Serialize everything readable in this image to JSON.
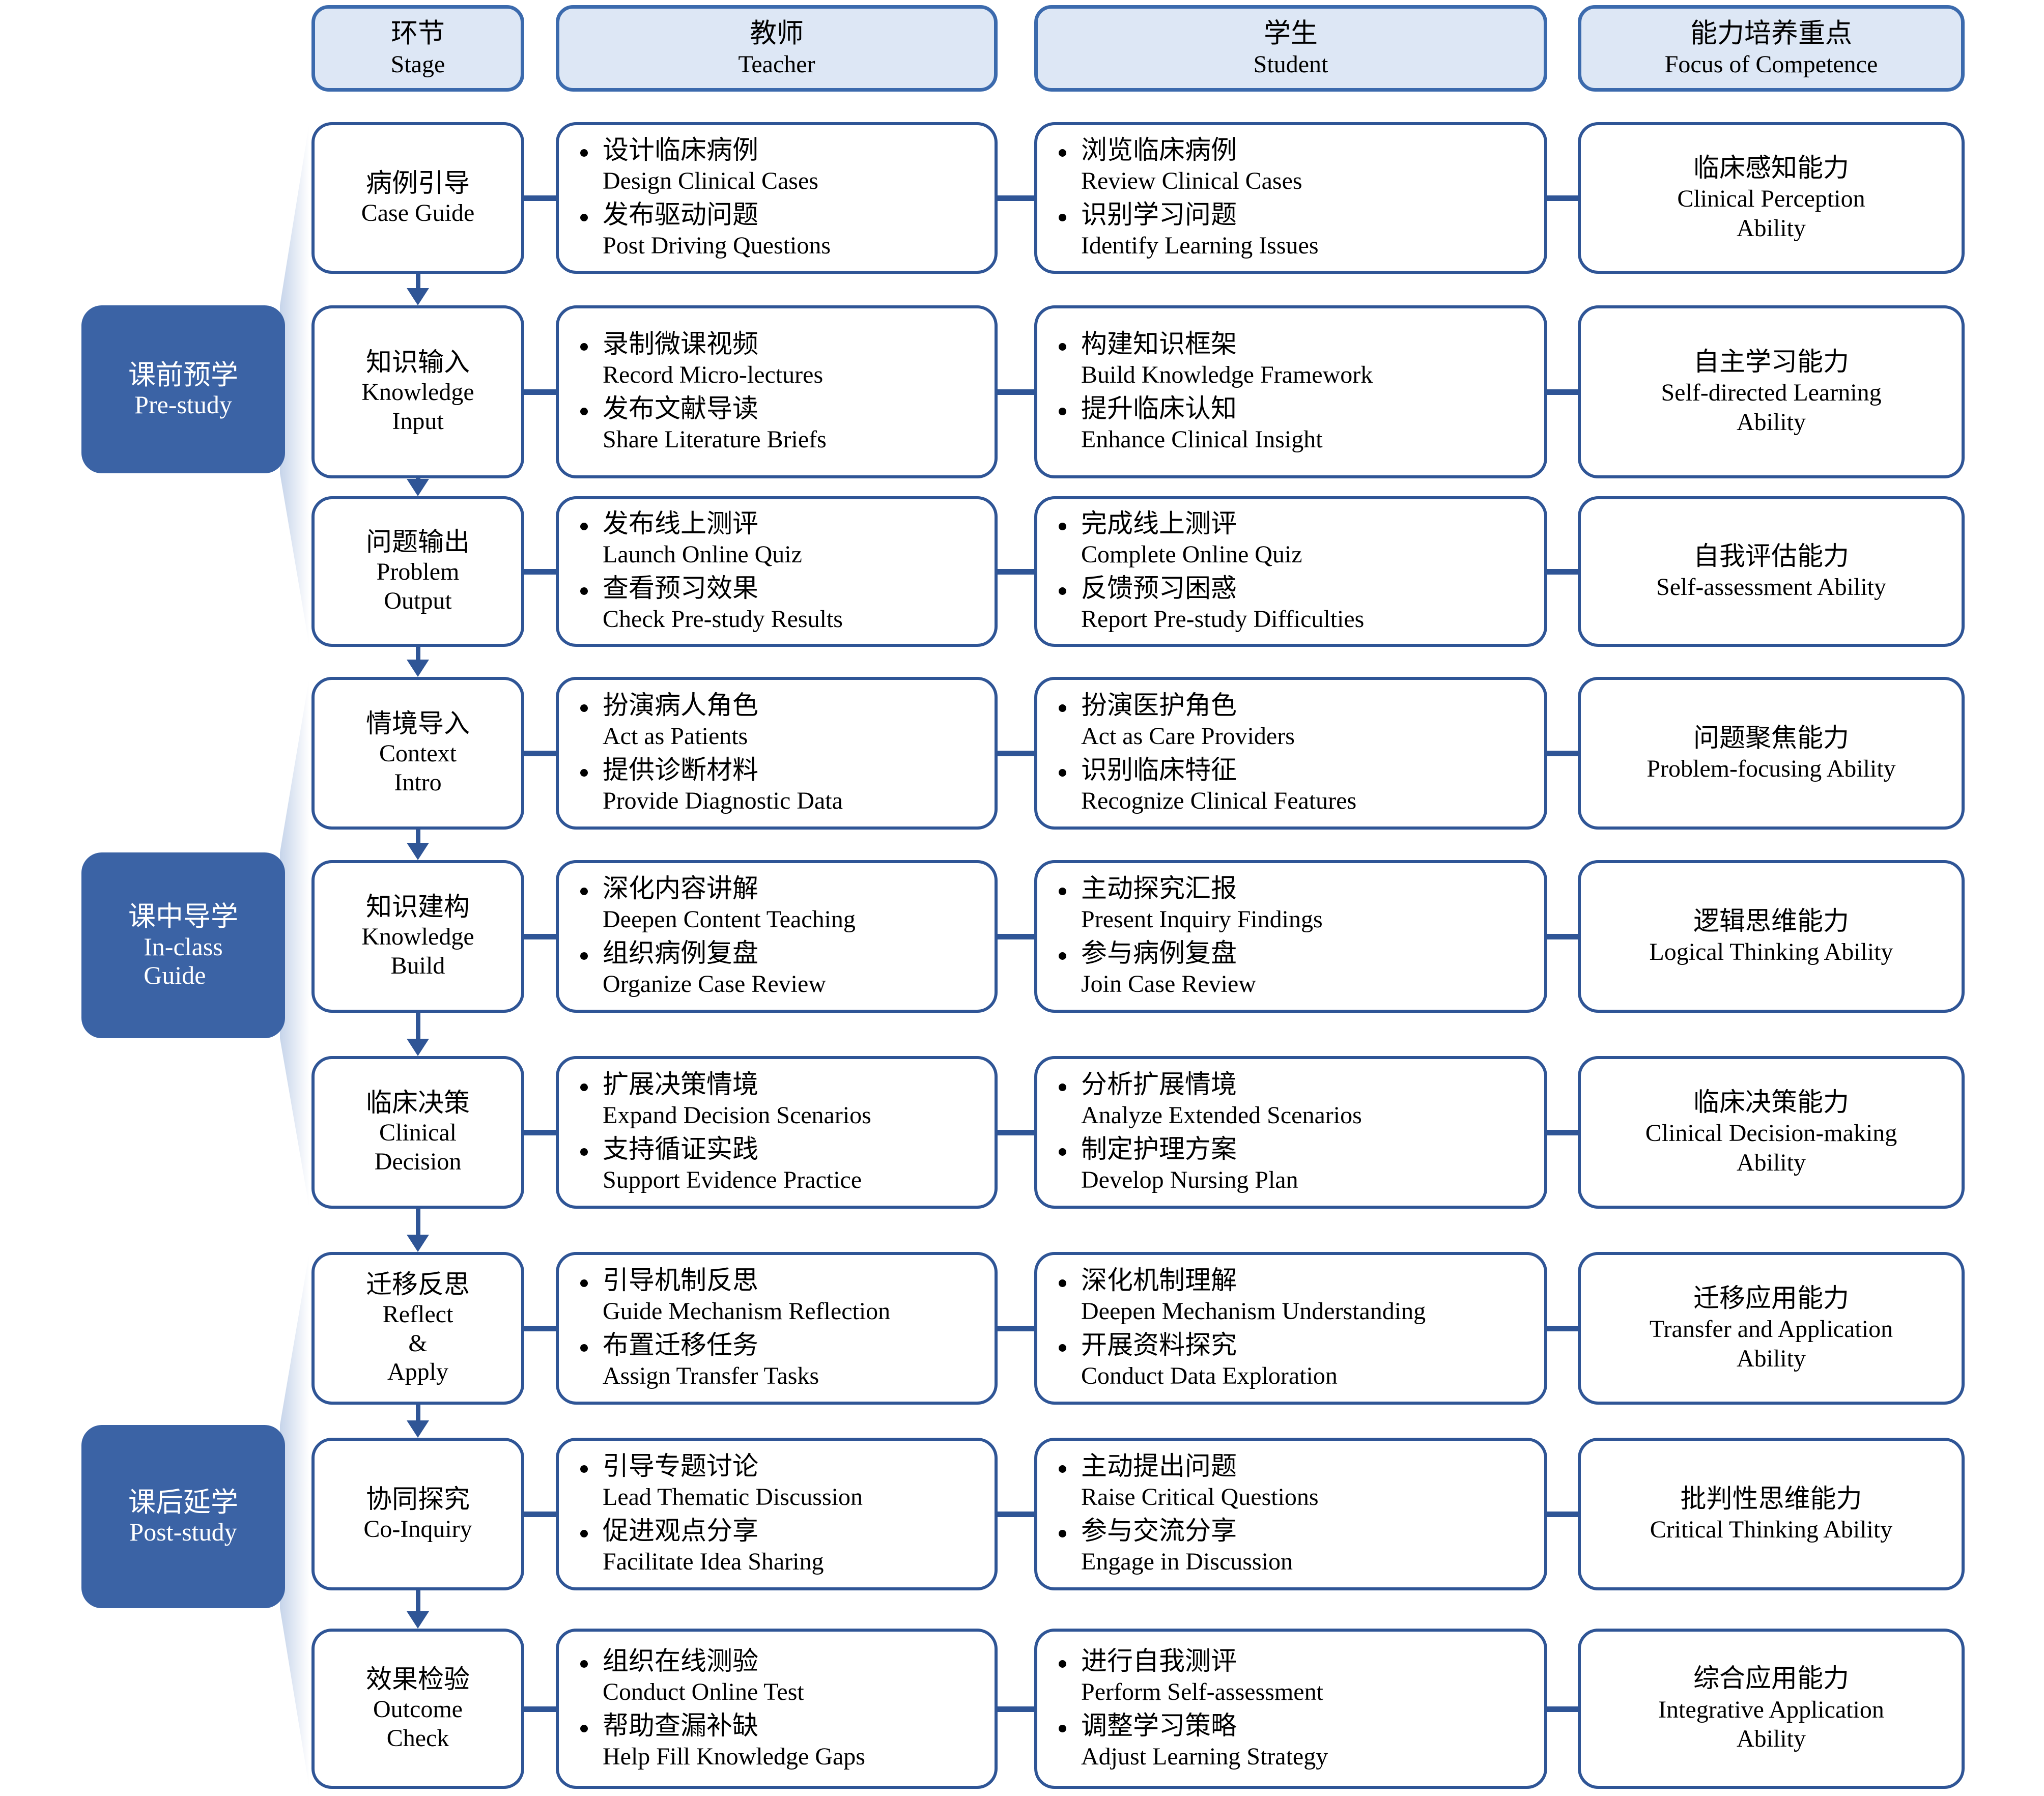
{
  "headers": [
    {
      "cn": "环节",
      "en": "Stage",
      "name": "stage"
    },
    {
      "cn": "教师",
      "en": "Teacher",
      "name": "teacher"
    },
    {
      "cn": "学生",
      "en": "Student",
      "name": "student"
    },
    {
      "cn": "能力培养重点",
      "en": "Focus of Competence",
      "name": "focus-of-competence"
    }
  ],
  "phases": [
    {
      "cn": "课前预学",
      "en": "Pre-study",
      "name": "pre-study"
    },
    {
      "cn": "课中导学",
      "en": "In-class Guide",
      "en2": "",
      "name": "in-class-guide"
    },
    {
      "cn": "课后延学",
      "en": "Post-study",
      "name": "post-study"
    }
  ],
  "colors": {
    "phase_fill": "#3b63a5",
    "header_fill": "#dde7f5",
    "border": "#2f5596",
    "header_border": "#3b6aad",
    "text": "#000000",
    "phase_text": "#ffffff"
  },
  "rows": [
    {
      "stage": {
        "cn": "病例引导",
        "en": "Case Guide"
      },
      "teacher": [
        {
          "cn": "设计临床病例",
          "en": "Design Clinical Cases"
        },
        {
          "cn": "发布驱动问题",
          "en": "Post Driving Questions"
        }
      ],
      "student": [
        {
          "cn": "浏览临床病例",
          "en": "Review Clinical Cases"
        },
        {
          "cn": "识别学习问题",
          "en": "Identify Learning Issues"
        }
      ],
      "competence": {
        "cn": "临床感知能力",
        "en": "Clinical Perception Ability"
      }
    },
    {
      "stage": {
        "cn": "知识输入",
        "en": "Knowledge Input"
      },
      "teacher": [
        {
          "cn": "录制微课视频",
          "en": "Record Micro-lectures"
        },
        {
          "cn": "发布文献导读",
          "en": "Share Literature Briefs"
        }
      ],
      "student": [
        {
          "cn": "构建知识框架",
          "en": "Build Knowledge Framework"
        },
        {
          "cn": "提升临床认知",
          "en": "Enhance Clinical Insight"
        }
      ],
      "competence": {
        "cn": "自主学习能力",
        "en": "Self-directed Learning Ability"
      }
    },
    {
      "stage": {
        "cn": "问题输出",
        "en": "Problem Output"
      },
      "teacher": [
        {
          "cn": "发布线上测评",
          "en": "Launch Online Quiz"
        },
        {
          "cn": "查看预习效果",
          "en": "Check Pre-study Results"
        }
      ],
      "student": [
        {
          "cn": "完成线上测评",
          "en": "Complete Online Quiz"
        },
        {
          "cn": "反馈预习困惑",
          "en": "Report Pre-study Difficulties"
        }
      ],
      "competence": {
        "cn": "自我评估能力",
        "en": "Self-assessment Ability"
      }
    },
    {
      "stage": {
        "cn": "情境导入",
        "en": "Context Intro"
      },
      "teacher": [
        {
          "cn": "扮演病人角色",
          "en": "Act as Patients"
        },
        {
          "cn": "提供诊断材料",
          "en": "Provide Diagnostic Data"
        }
      ],
      "student": [
        {
          "cn": "扮演医护角色",
          "en": "Act as Care Providers"
        },
        {
          "cn": "识别临床特征",
          "en": "Recognize Clinical Features"
        }
      ],
      "competence": {
        "cn": "问题聚焦能力",
        "en": "Problem-focusing Ability"
      }
    },
    {
      "stage": {
        "cn": "知识建构",
        "en": "Knowledge Build"
      },
      "teacher": [
        {
          "cn": "深化内容讲解",
          "en": "Deepen Content Teaching"
        },
        {
          "cn": "组织病例复盘",
          "en": "Organize Case Review"
        }
      ],
      "student": [
        {
          "cn": "主动探究汇报",
          "en": "Present Inquiry Findings"
        },
        {
          "cn": "参与病例复盘",
          "en": "Join Case Review"
        }
      ],
      "competence": {
        "cn": "逻辑思维能力",
        "en": "Logical Thinking Ability"
      }
    },
    {
      "stage": {
        "cn": "临床决策",
        "en": "Clinical Decision"
      },
      "teacher": [
        {
          "cn": "扩展决策情境",
          "en": "Expand Decision Scenarios"
        },
        {
          "cn": "支持循证实践",
          "en": "Support Evidence Practice"
        }
      ],
      "student": [
        {
          "cn": "分析扩展情境",
          "en": "Analyze Extended Scenarios"
        },
        {
          "cn": "制定护理方案",
          "en": "Develop Nursing Plan"
        }
      ],
      "competence": {
        "cn": "临床决策能力",
        "en": "Clinical Decision-making Ability"
      }
    },
    {
      "stage": {
        "cn": "迁移反思",
        "en": "Reflect & Apply"
      },
      "teacher": [
        {
          "cn": "引导机制反思",
          "en": "Guide Mechanism Reflection"
        },
        {
          "cn": "布置迁移任务",
          "en": "Assign Transfer Tasks"
        }
      ],
      "student": [
        {
          "cn": "深化机制理解",
          "en": "Deepen Mechanism Understanding"
        },
        {
          "cn": "开展资料探究",
          "en": "Conduct Data Exploration"
        }
      ],
      "competence": {
        "cn": "迁移应用能力",
        "en": "Transfer and Application Ability"
      }
    },
    {
      "stage": {
        "cn": "协同探究",
        "en": "Co-Inquiry"
      },
      "teacher": [
        {
          "cn": "引导专题讨论",
          "en": "Lead Thematic Discussion"
        },
        {
          "cn": "促进观点分享",
          "en": "Facilitate Idea Sharing"
        }
      ],
      "student": [
        {
          "cn": "主动提出问题",
          "en": "Raise Critical Questions"
        },
        {
          "cn": "参与交流分享",
          "en": "Engage in Discussion"
        }
      ],
      "competence": {
        "cn": "批判性思维能力",
        "en": "Critical Thinking Ability"
      }
    },
    {
      "stage": {
        "cn": "效果检验",
        "en": "Outcome Check"
      },
      "teacher": [
        {
          "cn": "组织在线测验",
          "en": "Conduct Online Test"
        },
        {
          "cn": "帮助查漏补缺",
          "en": "Help Fill Knowledge Gaps"
        }
      ],
      "student": [
        {
          "cn": "进行自我测评",
          "en": "Perform Self-assessment"
        },
        {
          "cn": "调整学习策略",
          "en": "Adjust Learning Strategy"
        }
      ],
      "competence": {
        "cn": "综合应用能力",
        "en": "Integrative Application Ability"
      }
    }
  ]
}
